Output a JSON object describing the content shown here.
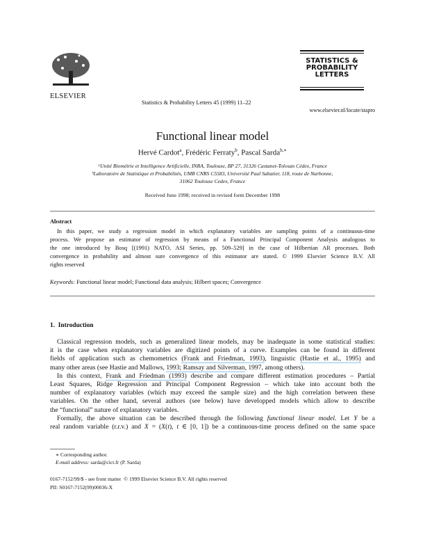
{
  "header": {
    "publisher": "ELSEVIER",
    "journal_citation": "Statistics & Probability Letters 45 (1999) 11–22",
    "journal_logo": [
      "STATISTICS &",
      "PROBABILITY",
      "LETTERS"
    ],
    "url": "www.elsevier.nl/locate/stapro"
  },
  "title": "Functional linear model",
  "authors": [
    {
      "name": "Hervé Cardot",
      "sup": "a"
    },
    {
      "name": "Frédéric Ferraty",
      "sup": "b"
    },
    {
      "name": "Pascal Sarda",
      "sup": "b,∗"
    }
  ],
  "affiliations": [
    "ᵃUnité Biométrie et Intelligence Artificielle, INRA, Toulouse, BP 27, 31326 Castanet-Tolosan Cédex, France",
    "ᵇLaboratoire de Statistique et Probabilités, UMR CNRS C5583, Université Paul Sabatier, 118, route de Narbonne,",
    "31062 Toulouse Cedex, France"
  ],
  "received": "Received June 1998; received in revised form December 1998",
  "abstract": {
    "heading": "Abstract",
    "lines": [
      "In this paper, we study a regression model in which explanatory variables are sampling points of a continuous-time",
      "process. We propose an estimator of regression by means of a Functional Principal Component Analysis analogous to",
      "the one introduced by Bosq [(1991) NATO, ASI Series, pp. 509–529] in the case of Hilbertian AR processes. Both",
      "convergence in probability and almost sure convergence of this estimator are stated. © 1999 Elsevier Science B.V. All",
      "rights reserved"
    ]
  },
  "keywords": {
    "label": "Keywords:",
    "text": "Functional linear model; Functional data analysis; Hilbert spaces; Convergence"
  },
  "section": {
    "heading": "1.  Introduction",
    "lines": [
      [
        {
          "t": "Classical regression models, such as generalized linear models, may be inadequate in some statistical studies:"
        }
      ],
      [
        {
          "t": "it is the case when explanatory variables are digitized points of a curve. Examples can be found in different"
        }
      ],
      [
        {
          "t": "fields of application such as chemometrics "
        },
        {
          "t": "(Frank and Friedman, 1993)",
          "link": true
        },
        {
          "t": ", linguistic "
        },
        {
          "t": "(Hastie et al., 1995)",
          "link": true
        },
        {
          "t": " and"
        }
      ],
      [
        {
          "t": "many other areas (see Hastie and Mallows, "
        },
        {
          "t": "1993; Ramsay and Silverman",
          "link": true
        },
        {
          "t": ", 1997, among others)."
        }
      ],
      [
        {
          "t": "In this context, "
        },
        {
          "t": "Frank and Friedman (1993)",
          "link": true
        },
        {
          "t": " describe and compare different estimation procedures – Partial"
        }
      ],
      [
        {
          "t": "Least Squares, Ridge Regression and Principal Component Regression – which take into account both the"
        }
      ],
      [
        {
          "t": "number of explanatory variables (which may exceed the sample size) and the high correlation between these"
        }
      ],
      [
        {
          "t": "variables. On the other hand, several authors (see below) have developped models which allow to describe"
        }
      ],
      [
        {
          "t": "the “functional” nature of explanatory variables."
        }
      ],
      [
        {
          "t": "Formally, the above situation can be described through the following "
        },
        {
          "t": "functional linear model.",
          "i": true
        },
        {
          "t": " Let "
        },
        {
          "t": "Y",
          "i": true
        },
        {
          "t": " be a"
        }
      ],
      [
        {
          "t": "real random variable (r.r.v.) and "
        },
        {
          "t": "X",
          "i": true
        },
        {
          "t": " = ("
        },
        {
          "t": "X",
          "i": true
        },
        {
          "t": "("
        },
        {
          "t": "t",
          "i": true
        },
        {
          "t": "), "
        },
        {
          "t": "t",
          "i": true
        },
        {
          "t": " ∈ [0, 1]) be a continuous-time process defined on the same space"
        }
      ]
    ]
  },
  "footnotes": {
    "corresponding": "∗ Corresponding author.",
    "email_label": "E-mail address:",
    "email": "sarda@cict.fr (P. Sarda)"
  },
  "front_matter": [
    "0167-7152/99/$ - see front matter  © 1999 Elsevier Science B.V. All rights reserved",
    "PII: S0167-7152(99)00036-X"
  ]
}
